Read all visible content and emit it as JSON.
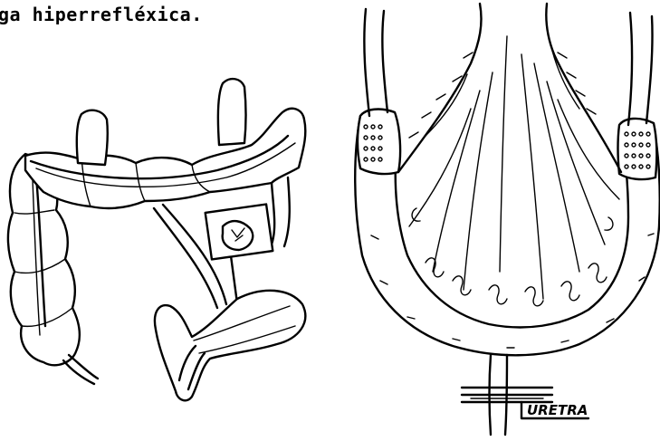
{
  "caption": "ga hiperrefléxica.",
  "labels": {
    "urethra": "URETRA"
  },
  "illustrations": [
    {
      "name": "colon-segment-graft",
      "icon": "colon-drawing"
    },
    {
      "name": "bladder-augmentation-section",
      "icon": "bladder-drawing"
    }
  ]
}
